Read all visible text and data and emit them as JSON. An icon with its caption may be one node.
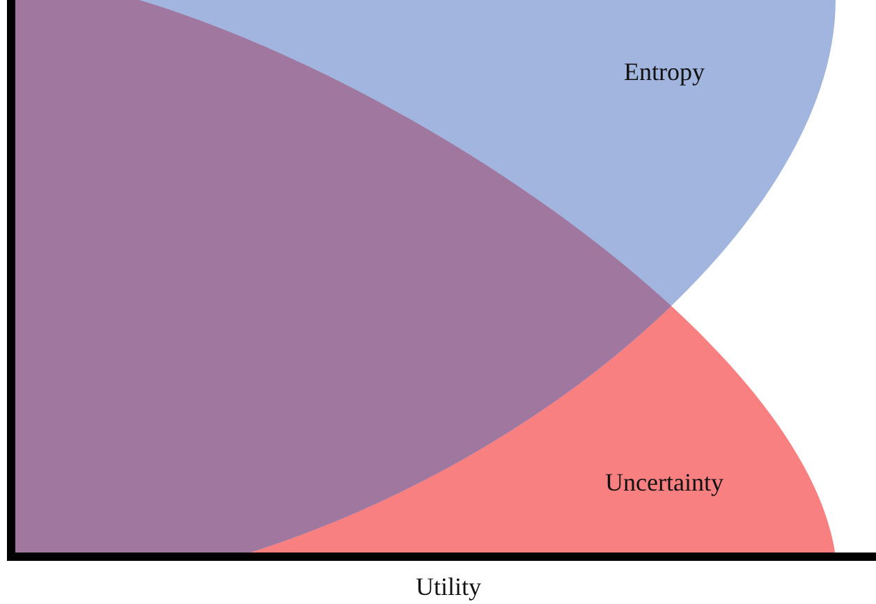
{
  "diagram": {
    "nodes": [
      {
        "text": [
          "Entropy"
        ]
      },
      {
        "text": [
          "Uncertainty"
        ]
      }
    ],
    "labels": [
      "Utility"
    ]
  }
}
